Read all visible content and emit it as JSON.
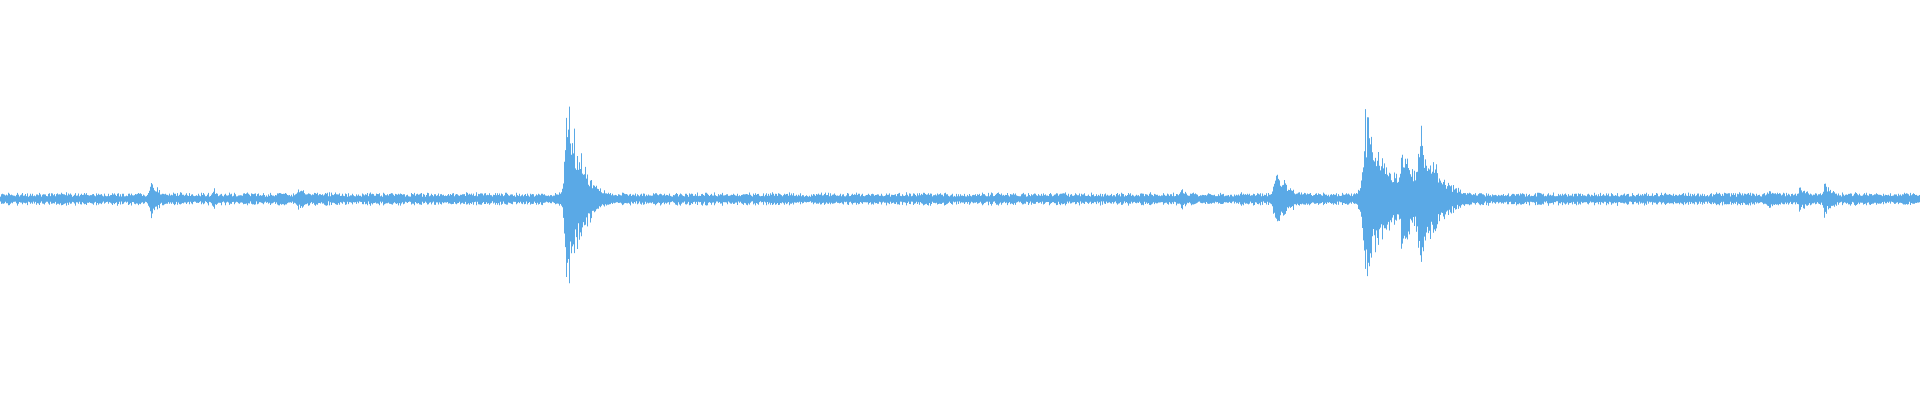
{
  "waveform": {
    "color": "#5aa9e6",
    "background": "#ffffff",
    "noise_level": 0.028,
    "events": [
      {
        "position": 0.078,
        "amplitude": 0.11,
        "decay": 0.006
      },
      {
        "position": 0.111,
        "amplitude": 0.12,
        "decay": 0.0008
      },
      {
        "position": 0.155,
        "amplitude": 0.06,
        "decay": 0.012
      },
      {
        "position": 0.202,
        "amplitude": 0.02,
        "decay": 0.004
      },
      {
        "position": 0.295,
        "amplitude": 0.58,
        "decay": 0.008
      },
      {
        "position": 0.408,
        "amplitude": 0.03,
        "decay": 0.01
      },
      {
        "position": 0.481,
        "amplitude": 0.05,
        "decay": 0.004
      },
      {
        "position": 0.568,
        "amplitude": 0.04,
        "decay": 0.001
      },
      {
        "position": 0.593,
        "amplitude": 0.03,
        "decay": 0.006
      },
      {
        "position": 0.615,
        "amplitude": 0.07,
        "decay": 0.004
      },
      {
        "position": 0.664,
        "amplitude": 0.18,
        "decay": 0.008
      },
      {
        "position": 0.711,
        "amplitude": 0.48,
        "decay": 0.012
      },
      {
        "position": 0.73,
        "amplitude": 0.36,
        "decay": 0.008
      },
      {
        "position": 0.739,
        "amplitude": 0.45,
        "decay": 0.01
      },
      {
        "position": 0.874,
        "amplitude": 0.03,
        "decay": 0.012
      },
      {
        "position": 0.921,
        "amplitude": 0.06,
        "decay": 0.008
      },
      {
        "position": 0.937,
        "amplitude": 0.08,
        "decay": 0.008
      },
      {
        "position": 0.95,
        "amplitude": 0.1,
        "decay": 0.006
      },
      {
        "position": 0.975,
        "amplitude": 0.03,
        "decay": 0.012
      }
    ]
  }
}
